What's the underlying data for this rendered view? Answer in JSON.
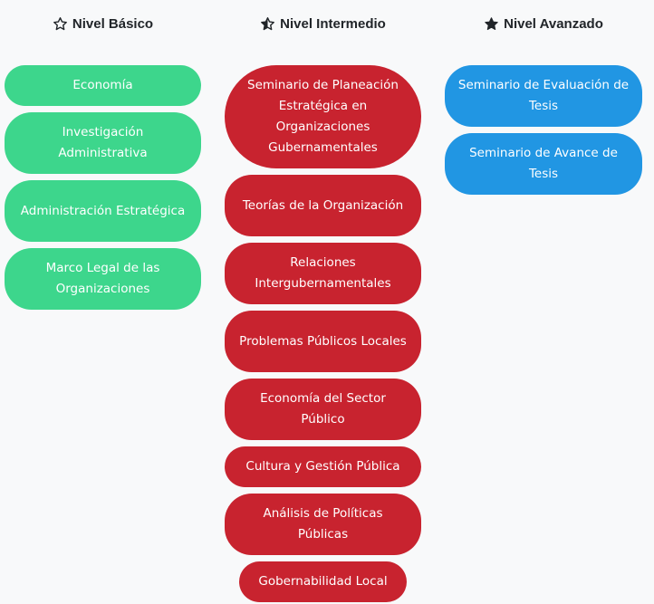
{
  "columns": {
    "basic": {
      "title": "Nivel Básico",
      "icon": "star-outline-icon",
      "color": "#3dd68c",
      "items": [
        "Economía",
        "Investigación Administrativa",
        "Administración Estratégica",
        "Marco Legal de las Organizaciones"
      ]
    },
    "intermediate": {
      "title": "Nivel Intermedio",
      "icon": "star-half-icon",
      "color": "#c8232f",
      "items": [
        "Seminario de Planeación Estratégica en Organizaciones Gubernamentales",
        "Teorías de la Organización",
        "Relaciones Intergubernamentales",
        "Problemas Públicos Locales",
        "Economía del Sector Público",
        "Cultura y Gestión Pública",
        "Análisis de Políticas Públicas",
        "Gobernabilidad Local"
      ]
    },
    "advanced": {
      "title": "Nivel Avanzado",
      "icon": "star-filled-icon",
      "color": "#2196e3",
      "items": [
        "Seminario de Evaluación de Tesis",
        "Seminario de Avance de Tesis"
      ]
    }
  }
}
